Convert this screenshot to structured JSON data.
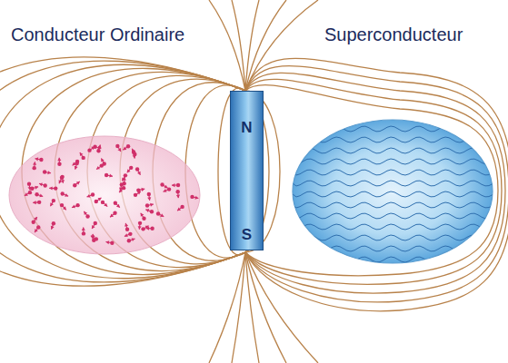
{
  "diagram": {
    "nodes": [
      {
        "text": [
          "Conducteur Ordinaire"
        ]
      },
      {
        "text": [
          "N",
          "S"
        ]
      },
      {
        "text": [
          "Superconducteur"
        ]
      }
    ]
  }
}
